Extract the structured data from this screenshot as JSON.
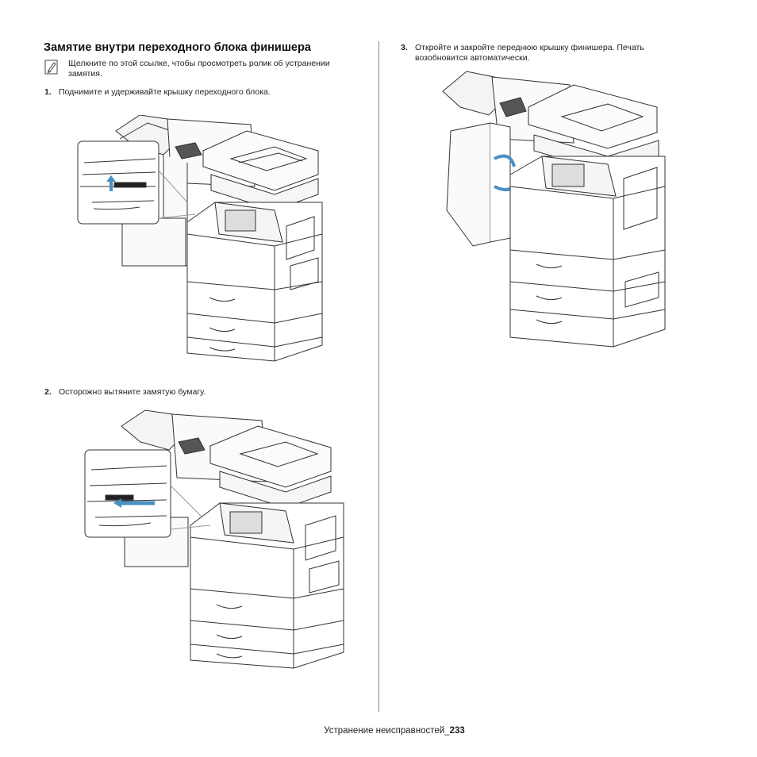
{
  "page": {
    "title": "Замятие внутри переходного блока финишера",
    "note": "Щелкните по этой ссылке, чтобы просмотреть ролик об устранении замятия.",
    "steps": [
      {
        "number": "1.",
        "text": "Поднимите и удерживайте крышку переходного блока."
      },
      {
        "number": "2.",
        "text": "Осторожно вытяните замятую бумагу."
      },
      {
        "number": "3.",
        "text": "Откройте и закройте переднюю крышку финишера. Печать возобновится автоматически."
      }
    ],
    "footer": {
      "section": "Устранение неисправностей_ ",
      "page_number": "233"
    }
  },
  "icons": {
    "note": "note-pencil-icon"
  },
  "colors": {
    "accent_arrow": "#4a90c2",
    "line_art": "#333333"
  }
}
